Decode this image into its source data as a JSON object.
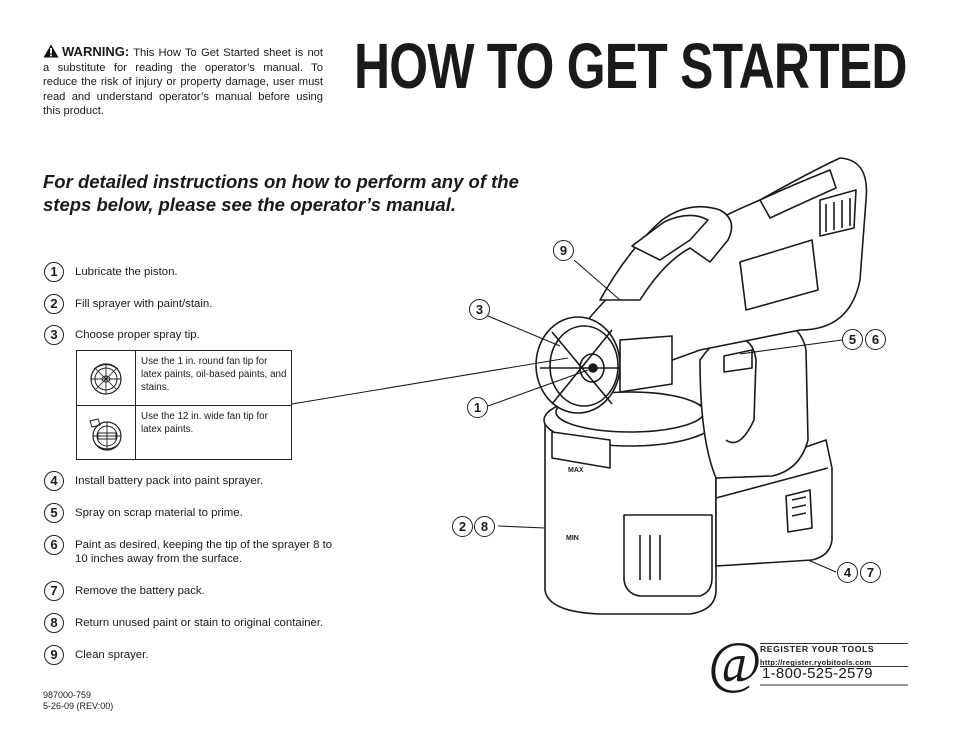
{
  "warning": {
    "label": "WARNING:",
    "text": "This How To Get Started sheet is not a substitute for reading the operator’s manual. To reduce the risk of injury or property damage, user must read and understand operator’s manual before using this product."
  },
  "title": "HOW TO GET STARTED",
  "subtitle": "For detailed instructions on how to perform any of the steps below, please see the operator’s manual.",
  "steps": [
    {
      "num": "1",
      "text": "Lubricate the piston."
    },
    {
      "num": "2",
      "text": "Fill sprayer with paint/stain."
    },
    {
      "num": "3",
      "text": "Choose proper spray tip."
    },
    {
      "num": "4",
      "text": "Install battery pack into paint sprayer."
    },
    {
      "num": "5",
      "text": "Spray on scrap material to prime."
    },
    {
      "num": "6",
      "text": "Paint as desired, keeping the tip of the sprayer 8 to 10 inches away from the surface."
    },
    {
      "num": "7",
      "text": "Remove the battery pack."
    },
    {
      "num": "8",
      "text": "Return unused paint or stain to original container."
    },
    {
      "num": "9",
      "text": "Clean sprayer."
    }
  ],
  "tips": [
    {
      "icon": "round-fan-tip-icon",
      "text": "Use the 1 in. round fan tip for latex paints, oil-based paints, and stains."
    },
    {
      "icon": "wide-fan-tip-icon",
      "text": "Use the 12 in. wide fan tip for latex paints."
    }
  ],
  "callouts": {
    "c9": "9",
    "c3": "3",
    "c1": "1",
    "c2": "2",
    "c8": "8",
    "c5": "5",
    "c6": "6",
    "c4": "4",
    "c7": "7"
  },
  "footer": {
    "part_number": "987000-759",
    "revision": "5-26-09 (REV:00)"
  },
  "register": {
    "heading": "REGISTER YOUR TOOLS",
    "url": "http://register.ryobitools.com",
    "phone": "1-800-525-2579",
    "symbol": "@"
  },
  "product_marks": {
    "max": "MAX",
    "min": "MIN"
  }
}
